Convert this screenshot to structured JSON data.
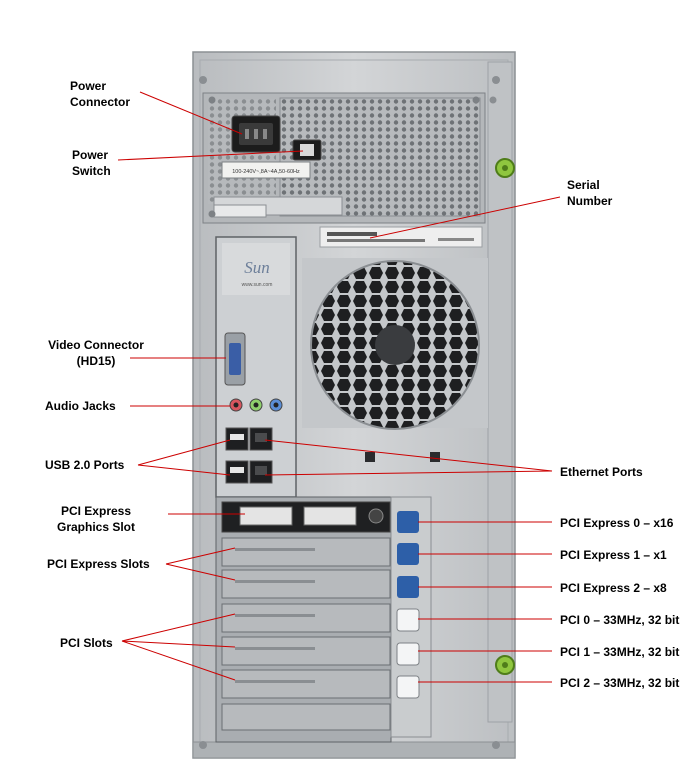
{
  "colors": {
    "callout_line": "#cc0000",
    "label_text": "#000000",
    "chassis": "#c9ccce",
    "pci_badge": "#2d5fa8"
  },
  "psu": {
    "rating_text": "100-240V~,8A~4A,50-60Hz"
  },
  "io_plate": {
    "brand": "Sun",
    "url": "www.sun.com"
  },
  "labels": {
    "power_connector": [
      "Power",
      "Connector"
    ],
    "power_switch": [
      "Power",
      "Switch"
    ],
    "serial_number": [
      "Serial",
      "Number"
    ],
    "video_connector": [
      "Video Connector",
      "(HD15)"
    ],
    "audio_jacks": "Audio Jacks",
    "usb_ports": "USB 2.0 Ports",
    "ethernet_ports": "Ethernet Ports",
    "pcie_graphics_slot": [
      "PCI Express",
      "Graphics Slot"
    ],
    "pcie_slots": "PCI Express Slots",
    "pci_slots": "PCI Slots",
    "pcie0": "PCI Express 0 – x16",
    "pcie1": "PCI Express 1 – x1",
    "pcie2": "PCI Express 2 – x8",
    "pci0": "PCI 0 – 33MHz, 32 bit",
    "pci1": "PCI 1 – 33MHz, 32 bit",
    "pci2": "PCI  2 – 33MHz, 32 bit"
  }
}
